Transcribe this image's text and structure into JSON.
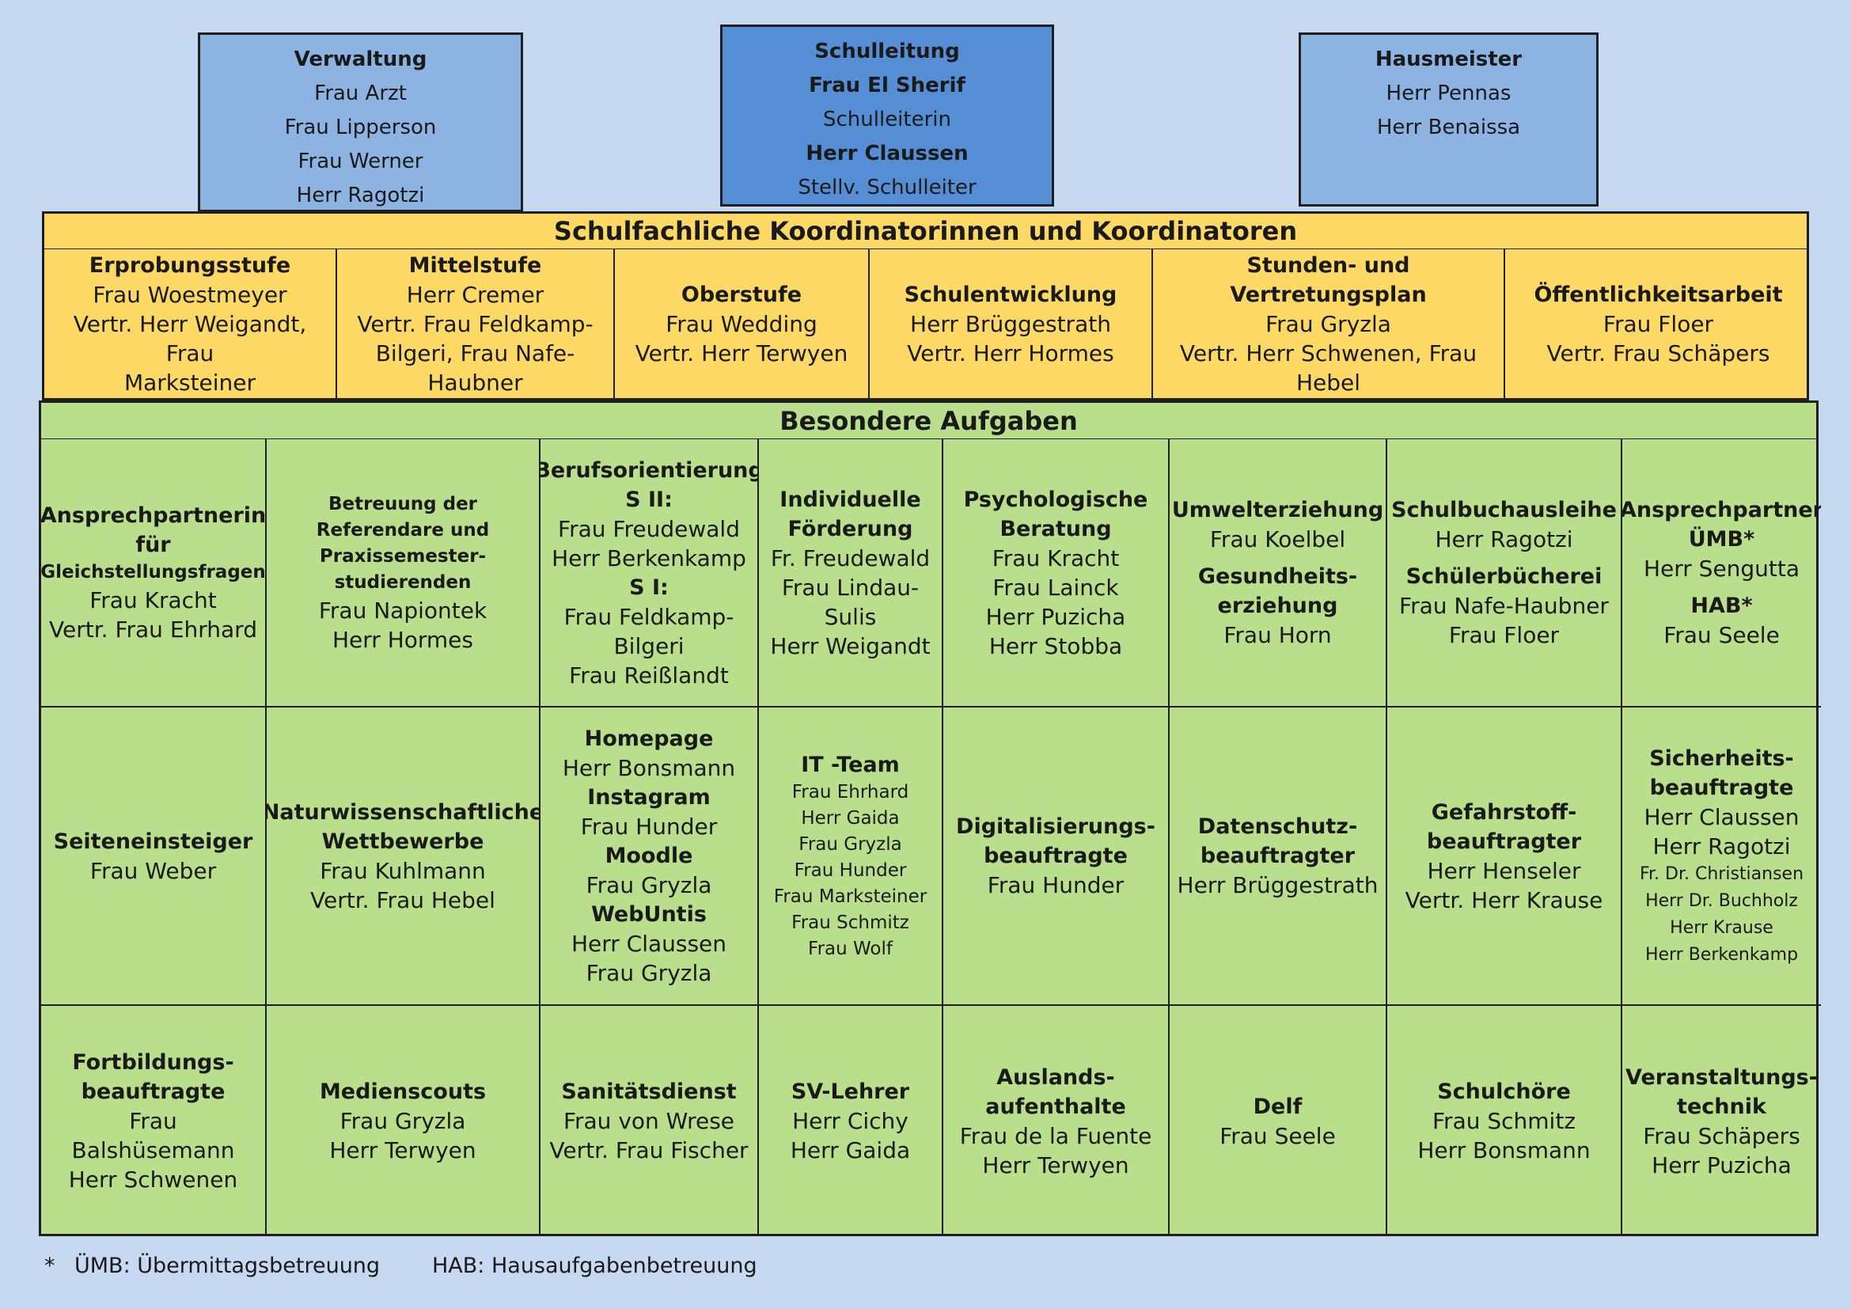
{
  "top_boxes": [
    {
      "id": "verwaltung",
      "lines": [
        {
          "t": "Verwaltung",
          "b": true
        },
        {
          "t": "Frau Arzt"
        },
        {
          "t": "Frau Lipperson"
        },
        {
          "t": "Frau Werner"
        },
        {
          "t": "Herr Ragotzi"
        }
      ]
    },
    {
      "id": "schulleitung",
      "lines": [
        {
          "t": "Schulleitung",
          "b": true
        },
        {
          "t": "Frau El Sherif",
          "b": true
        },
        {
          "t": "Schulleiterin"
        },
        {
          "t": "Herr Claussen",
          "b": true
        },
        {
          "t": "Stellv. Schulleiter"
        }
      ]
    },
    {
      "id": "hausmeister",
      "lines": [
        {
          "t": "Hausmeister",
          "b": true
        },
        {
          "t": "Herr Pennas"
        },
        {
          "t": "Herr Benaissa"
        }
      ]
    }
  ],
  "coordinators": {
    "title": "Schulfachliche Koordinatorinnen und Koordinatoren",
    "cells": [
      [
        {
          "t": "Erprobungsstufe",
          "b": true
        },
        {
          "t": "Frau Woestmeyer"
        },
        {
          "t": "Vertr. Herr Weigandt, Frau"
        },
        {
          "t": "Marksteiner"
        }
      ],
      [
        {
          "t": "Mittelstufe",
          "b": true
        },
        {
          "t": "Herr Cremer"
        },
        {
          "t": "Vertr. Frau Feldkamp-"
        },
        {
          "t": "Bilgeri, Frau Nafe-"
        },
        {
          "t": "Haubner"
        }
      ],
      [
        {
          "t": "Oberstufe",
          "b": true
        },
        {
          "t": "Frau Wedding"
        },
        {
          "t": "Vertr. Herr Terwyen"
        }
      ],
      [
        {
          "t": "Schulentwicklung",
          "b": true
        },
        {
          "t": "Herr Brüggestrath"
        },
        {
          "t": "Vertr. Herr Hormes"
        }
      ],
      [
        {
          "t": "Stunden- und Vertretungsplan",
          "b": true
        },
        {
          "t": "Frau Gryzla"
        },
        {
          "t": "Vertr. Herr Schwenen, Frau"
        },
        {
          "t": "Hebel"
        }
      ],
      [
        {
          "t": "Öffentlichkeitsarbeit",
          "b": true
        },
        {
          "t": "Frau Floer"
        },
        {
          "t": "Vertr. Frau Schäpers"
        }
      ]
    ]
  },
  "special_tasks": {
    "title": "Besondere Aufgaben",
    "cells": [
      [
        {
          "t": "Ansprechpartnerin",
          "b": true
        },
        {
          "t": "für",
          "b": true
        },
        {
          "t": "Gleichstellungsfragen",
          "b": true,
          "s": "sm"
        },
        {
          "t": "Frau Kracht"
        },
        {
          "t": "Vertr. Frau Ehrhard"
        }
      ],
      [
        {
          "t": "Betreuung der",
          "b": true,
          "s": "sm"
        },
        {
          "t": "Referendare und",
          "b": true,
          "s": "sm"
        },
        {
          "t": "Praxissemester-",
          "b": true,
          "s": "sm"
        },
        {
          "t": "studierenden",
          "b": true,
          "s": "sm"
        },
        {
          "t": "Frau Napiontek"
        },
        {
          "t": "Herr Hormes"
        }
      ],
      [
        {
          "t": "Berufsorientierung",
          "b": true
        },
        {
          "t": "S II:",
          "b": true
        },
        {
          "t": "Frau Freudewald"
        },
        {
          "t": "Herr Berkenkamp"
        },
        {
          "t": "S I:",
          "b": true
        },
        {
          "t": "Frau Feldkamp-"
        },
        {
          "t": "Bilgeri"
        },
        {
          "t": "Frau Reißlandt"
        }
      ],
      [
        {
          "t": "Individuelle",
          "b": true
        },
        {
          "t": "Förderung",
          "b": true
        },
        {
          "t": "Fr. Freudewald"
        },
        {
          "t": "Frau Lindau-"
        },
        {
          "t": "Sulis"
        },
        {
          "t": "Herr Weigandt"
        }
      ],
      [
        {
          "t": "Psychologische",
          "b": true
        },
        {
          "t": "Beratung",
          "b": true
        },
        {
          "t": "Frau Kracht"
        },
        {
          "t": "Frau Lainck"
        },
        {
          "t": "Herr Puzicha"
        },
        {
          "t": "Herr Stobba"
        }
      ],
      [
        {
          "t": "Umwelterziehung",
          "b": true
        },
        {
          "t": "Frau Koelbel"
        },
        {
          "t": "Gesundheits-",
          "b": true,
          "g": true
        },
        {
          "t": "erziehung",
          "b": true
        },
        {
          "t": "Frau Horn"
        }
      ],
      [
        {
          "t": "Schulbuchausleihe",
          "b": true
        },
        {
          "t": "Herr Ragotzi"
        },
        {
          "t": "Schülerbücherei",
          "b": true,
          "g": true
        },
        {
          "t": "Frau Nafe-Haubner"
        },
        {
          "t": "Frau Floer"
        }
      ],
      [
        {
          "t": "Ansprechpartner",
          "b": true
        },
        {
          "t": "ÜMB*",
          "b": true
        },
        {
          "t": "Herr Sengutta"
        },
        {
          "t": "HAB*",
          "b": true,
          "g": true
        },
        {
          "t": "Frau Seele"
        }
      ],
      [
        {
          "t": "Seiteneinsteiger",
          "b": true
        },
        {
          "t": "Frau Weber"
        }
      ],
      [
        {
          "t": "Naturwissenschaftliche",
          "b": true
        },
        {
          "t": "Wettbewerbe",
          "b": true
        },
        {
          "t": "Frau Kuhlmann"
        },
        {
          "t": "Vertr. Frau Hebel"
        }
      ],
      [
        {
          "t": "Homepage",
          "b": true
        },
        {
          "t": "Herr Bonsmann"
        },
        {
          "t": "Instagram",
          "b": true
        },
        {
          "t": "Frau Hunder"
        },
        {
          "t": "Moodle",
          "b": true
        },
        {
          "t": "Frau Gryzla"
        },
        {
          "t": "WebUntis",
          "b": true
        },
        {
          "t": "Herr Claussen"
        },
        {
          "t": "Frau Gryzla"
        }
      ],
      [
        {
          "t": "IT -Team",
          "b": true
        },
        {
          "t": "Frau Ehrhard",
          "s": "sm"
        },
        {
          "t": "Herr Gaida",
          "s": "sm"
        },
        {
          "t": "Frau Gryzla",
          "s": "sm"
        },
        {
          "t": "Frau Hunder",
          "s": "sm"
        },
        {
          "t": "Frau Marksteiner",
          "s": "sm"
        },
        {
          "t": "Frau Schmitz",
          "s": "sm"
        },
        {
          "t": "Frau Wolf",
          "s": "sm"
        }
      ],
      [
        {
          "t": "Digitalisierungs-",
          "b": true
        },
        {
          "t": "beauftragte",
          "b": true
        },
        {
          "t": "Frau Hunder"
        }
      ],
      [
        {
          "t": "Datenschutz-",
          "b": true
        },
        {
          "t": "beauftragter",
          "b": true
        },
        {
          "t": "Herr Brüggestrath"
        }
      ],
      [
        {
          "t": "Gefahrstoff-",
          "b": true
        },
        {
          "t": "beauftragter",
          "b": true
        },
        {
          "t": "Herr Henseler"
        },
        {
          "t": "Vertr. Herr Krause"
        }
      ],
      [
        {
          "t": "Sicherheits-",
          "b": true
        },
        {
          "t": "beauftragte",
          "b": true
        },
        {
          "t": "Herr Claussen"
        },
        {
          "t": "Herr Ragotzi"
        },
        {
          "t": "Fr. Dr. Christiansen",
          "s": "xs"
        },
        {
          "t": "Herr Dr. Buchholz",
          "s": "xs"
        },
        {
          "t": "Herr Krause",
          "s": "xs"
        },
        {
          "t": "Herr Berkenkamp",
          "s": "xs"
        }
      ],
      [
        {
          "t": "Fortbildungs-",
          "b": true
        },
        {
          "t": "beauftragte",
          "b": true
        },
        {
          "t": "Frau Balshüsemann"
        },
        {
          "t": "Herr Schwenen"
        }
      ],
      [
        {
          "t": "Medienscouts",
          "b": true
        },
        {
          "t": "Frau Gryzla"
        },
        {
          "t": "Herr Terwyen"
        }
      ],
      [
        {
          "t": "Sanitätsdienst",
          "b": true
        },
        {
          "t": "Frau von Wrese"
        },
        {
          "t": "Vertr. Frau Fischer"
        }
      ],
      [
        {
          "t": "SV-Lehrer",
          "b": true
        },
        {
          "t": "Herr Cichy"
        },
        {
          "t": "Herr Gaida"
        }
      ],
      [
        {
          "t": "Auslands-",
          "b": true
        },
        {
          "t": "aufenthalte",
          "b": true
        },
        {
          "t": "Frau de la Fuente"
        },
        {
          "t": "Herr Terwyen"
        }
      ],
      [
        {
          "t": "Delf",
          "b": true
        },
        {
          "t": "Frau Seele"
        }
      ],
      [
        {
          "t": "Schulchöre",
          "b": true
        },
        {
          "t": "Frau Schmitz"
        },
        {
          "t": "Herr Bonsmann"
        }
      ],
      [
        {
          "t": "Veranstaltungs-",
          "b": true
        },
        {
          "t": "technik",
          "b": true
        },
        {
          "t": "Frau Schäpers"
        },
        {
          "t": "Herr Puzicha"
        }
      ]
    ]
  },
  "footnote": {
    "star": "*",
    "umb": "ÜMB: Übermittagsbetreuung",
    "hab": "HAB: Hausaufgabenbetreuung"
  }
}
